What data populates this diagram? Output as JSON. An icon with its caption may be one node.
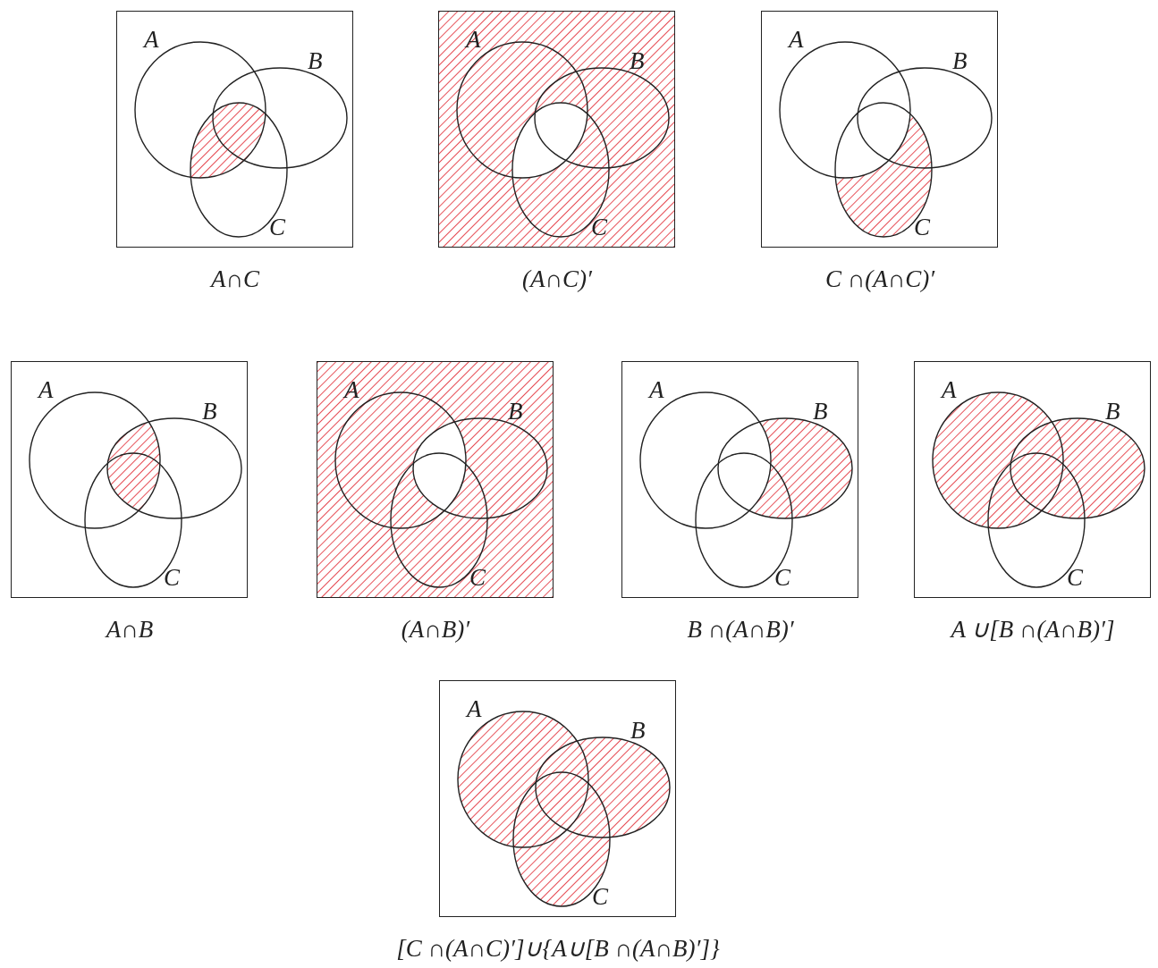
{
  "diagram": {
    "nodes": [
      {
        "text": [],
        "shape": "box",
        "beside": [
          "A∩C"
        ]
      },
      {
        "text": [
          "A"
        ],
        "in": 0
      },
      {
        "text": [
          "B"
        ],
        "in": 0
      },
      {
        "text": [
          "C"
        ],
        "in": 0
      },
      {
        "text": [],
        "shape": "box",
        "beside": [
          "(A∩C)′"
        ]
      },
      {
        "text": [
          "A"
        ],
        "in": 4
      },
      {
        "text": [
          "B"
        ],
        "in": 4
      },
      {
        "text": [
          "C"
        ],
        "in": 4
      },
      {
        "text": [],
        "shape": "box",
        "beside": [
          "C ∩(A∩C)′"
        ]
      },
      {
        "text": [
          "A"
        ],
        "in": 8
      },
      {
        "text": [
          "B"
        ],
        "in": 8
      },
      {
        "text": [
          "C"
        ],
        "in": 8
      },
      {
        "text": [],
        "shape": "box",
        "beside": [
          "A∩B"
        ]
      },
      {
        "text": [
          "A"
        ],
        "in": 12
      },
      {
        "text": [
          "B"
        ],
        "in": 12
      },
      {
        "text": [
          "C"
        ],
        "in": 12
      },
      {
        "text": [],
        "shape": "box",
        "beside": [
          "(A∩B)′"
        ]
      },
      {
        "text": [
          "A"
        ],
        "in": 16
      },
      {
        "text": [
          "B"
        ],
        "in": 16
      },
      {
        "text": [
          "C"
        ],
        "in": 16
      },
      {
        "text": [],
        "shape": "box",
        "beside": [
          "B ∩(A∩B)′"
        ]
      },
      {
        "text": [
          "A"
        ],
        "in": 20
      },
      {
        "text": [
          "B"
        ],
        "in": 20
      },
      {
        "text": [
          "C"
        ],
        "in": 20
      },
      {
        "text": [],
        "shape": "box",
        "beside": [
          "A ∪[B ∩(A∩B)′]"
        ]
      },
      {
        "text": [
          "A"
        ],
        "in": 24
      },
      {
        "text": [
          "B"
        ],
        "in": 24
      },
      {
        "text": [
          "C"
        ],
        "in": 24
      },
      {
        "text": [],
        "shape": "box",
        "beside": [
          "[C ∩(A∩C)′]∪{A∪[B ∩(A∩B)′]}"
        ]
      },
      {
        "text": [
          "A"
        ],
        "in": 28
      },
      {
        "text": [
          "B"
        ],
        "in": 28
      },
      {
        "text": [
          "C"
        ],
        "in": 28
      }
    ]
  }
}
